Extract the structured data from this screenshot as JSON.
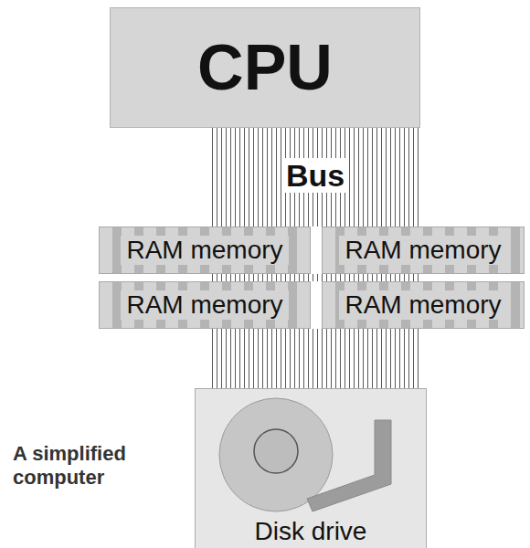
{
  "diagram": {
    "caption": "A simplified computer",
    "nodes": [
      {
        "text": [
          "CPU"
        ]
      },
      {
        "text": [
          "RAM memory"
        ]
      },
      {
        "text": [
          "RAM memory"
        ]
      },
      {
        "text": [
          "RAM memory"
        ]
      },
      {
        "text": [
          "RAM memory"
        ]
      },
      {
        "text": [
          "Disk drive"
        ]
      }
    ],
    "edges": [
      {
        "from": 0,
        "to": 1,
        "arrow": "none"
      },
      {
        "from": 0,
        "to": 2,
        "arrow": "none"
      },
      {
        "from": 1,
        "to": 3,
        "arrow": "none"
      },
      {
        "from": 2,
        "to": 4,
        "arrow": "none"
      },
      {
        "from": 3,
        "to": 5,
        "arrow": "none"
      },
      {
        "from": 4,
        "to": 5,
        "arrow": "none"
      }
    ],
    "labels": [
      "Bus"
    ]
  }
}
